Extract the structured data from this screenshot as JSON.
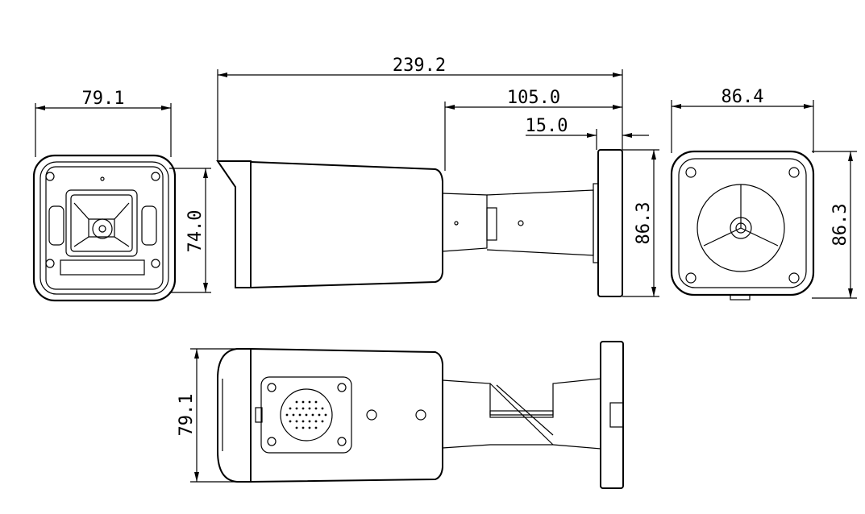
{
  "dimensions": {
    "front_width": "79.1",
    "front_height": "74.0",
    "total_length": "239.2",
    "bracket_length": "105.0",
    "base_thickness": "15.0",
    "side_base_height": "86.3",
    "rear_width": "86.4",
    "rear_height": "86.3",
    "bottom_height": "79.1"
  },
  "colors": {
    "line": "#000000",
    "background": "#ffffff"
  }
}
